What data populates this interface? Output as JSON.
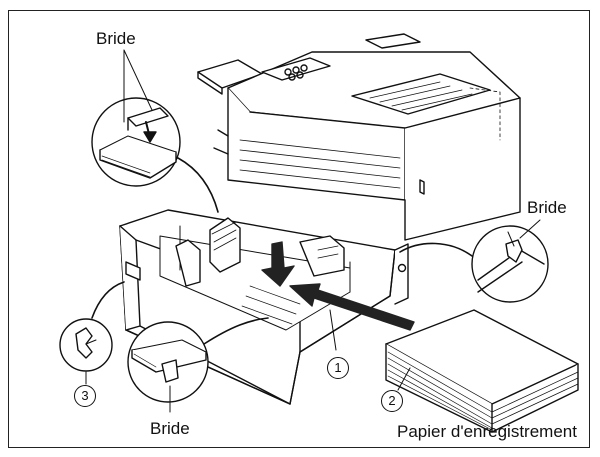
{
  "labels": {
    "bride_top_left": "Bride",
    "bride_right": "Bride",
    "bride_bottom": "Bride",
    "papier": "Papier d'enregistrement"
  },
  "callouts": {
    "one": "1",
    "two": "2",
    "three": "3"
  },
  "colors": {
    "line": "#111111",
    "background": "#ffffff"
  }
}
